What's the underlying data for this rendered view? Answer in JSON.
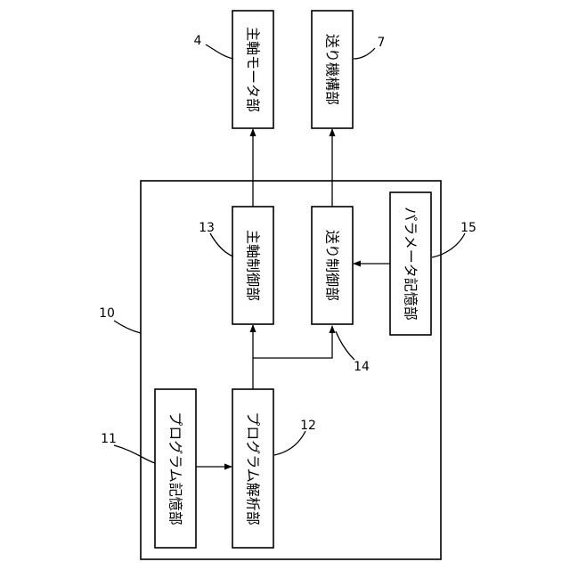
{
  "blocks": {
    "spindle_motor": "主軸モータ部",
    "feed_mechanism": "送り機構部",
    "spindle_control": "主軸制御部",
    "feed_control": "送り制御部",
    "parameter_storage": "パラメータ記憶部",
    "program_storage": "プログラム記憶部",
    "program_analysis": "プログラム解析部"
  },
  "refs": {
    "controller": "10",
    "program_storage": "11",
    "program_analysis": "12",
    "spindle_control": "13",
    "feed_control": "14",
    "parameter_storage": "15",
    "spindle_motor": "4",
    "feed_mechanism": "7"
  }
}
